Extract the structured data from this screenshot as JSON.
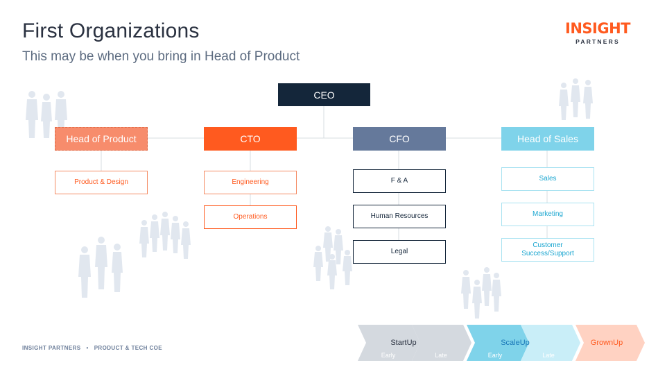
{
  "header": {
    "title": "First Organizations",
    "subtitle": "This may be when you bring in Head of Product"
  },
  "logo": {
    "main": "INSIGHT",
    "sub": "PARTNERS"
  },
  "org": {
    "ceo": "CEO",
    "heads": [
      {
        "label": "Head of Product",
        "color": "#f78c6c",
        "dashed": true
      },
      {
        "label": "CTO",
        "color": "#ff5a1f",
        "dashed": false
      },
      {
        "label": "CFO",
        "color": "#65799b",
        "dashed": false
      },
      {
        "label": "Head of Sales",
        "color": "#7fd3ea",
        "dashed": false
      }
    ],
    "product": [
      "Product & Design"
    ],
    "cto": [
      "Engineering",
      "Operations"
    ],
    "cfo": [
      "F & A",
      "Human Resources",
      "Legal"
    ],
    "sales": [
      "Sales",
      "Marketing",
      "Customer Success/Support"
    ]
  },
  "footer": {
    "company": "INSIGHT PARTNERS",
    "dept": "PRODUCT & TECH COE"
  },
  "stages": [
    {
      "label": "StartUp",
      "early": "Early",
      "late": "Late",
      "color": "#d4d9df",
      "text_color": "#2a3140"
    },
    {
      "label": "ScaleUp",
      "early": "Early",
      "late": "Late",
      "color": "#7fd3ea",
      "text_color": "#1a78b8"
    },
    {
      "label": "GrownUp",
      "color": "#ffd2c2",
      "text_color": "#ff5a1f"
    }
  ],
  "colors": {
    "ceo": "#14263a",
    "sub_orange_border": "#f58a62",
    "sub_orange_text": "#ff5a1f",
    "sub_navy_border": "#14263a",
    "sub_blue_border": "#a8e2f1",
    "sub_blue_text": "#1aa6d0",
    "line": "#d7dce2",
    "silhouette": "#dfe6ef"
  }
}
